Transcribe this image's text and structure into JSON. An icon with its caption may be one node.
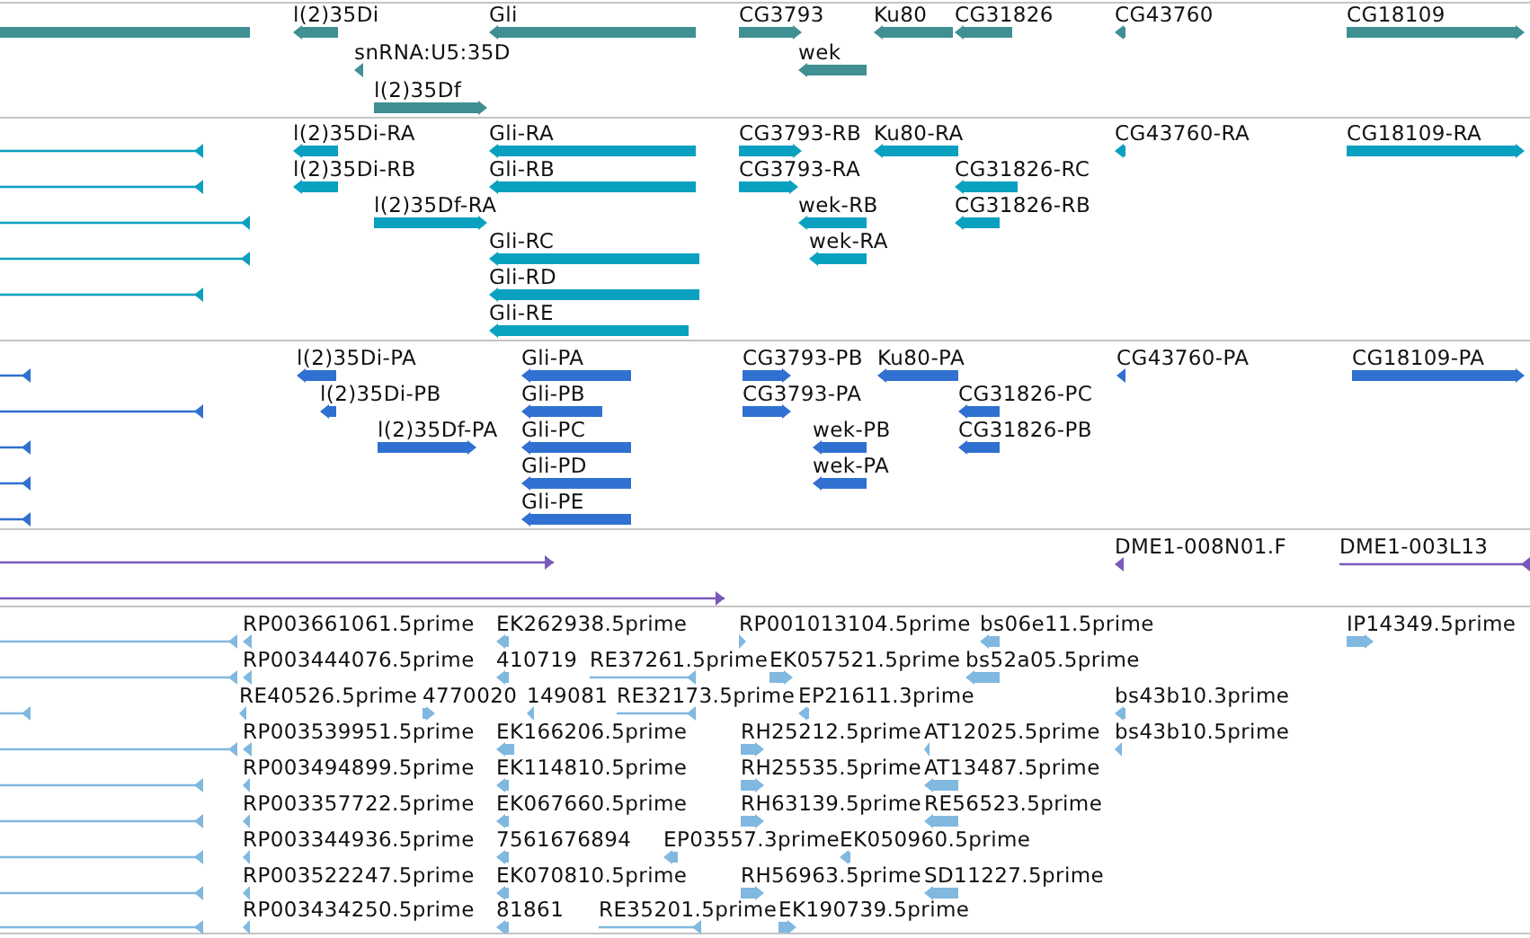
{
  "diagram": {
    "nodes": [
      {
        "text": [],
        "shape": "bar"
      },
      {
        "text": [
          "l(2)35Di"
        ]
      },
      {
        "text": [
          "Gli"
        ]
      },
      {
        "text": [
          "CG3793"
        ]
      },
      {
        "text": [
          "Ku80"
        ]
      },
      {
        "text": [
          "CG31826"
        ]
      },
      {
        "text": [
          "CG43760"
        ]
      },
      {
        "text": [
          "CG18109"
        ]
      },
      {
        "text": [
          "snRNA:U5:35D"
        ]
      },
      {
        "text": [
          "wek"
        ]
      },
      {
        "text": [
          "l(2)35Df"
        ]
      },
      {
        "text": [],
        "shape": "bar"
      },
      {
        "text": [
          "l(2)35Di-RA"
        ]
      },
      {
        "text": [
          "Gli-RA"
        ]
      },
      {
        "text": [
          "CG3793-RB"
        ]
      },
      {
        "text": [
          "Ku80-RA"
        ]
      },
      {
        "text": [
          "CG43760-RA"
        ]
      },
      {
        "text": [
          "CG18109-RA"
        ]
      },
      {
        "text": [],
        "shape": "bar"
      },
      {
        "text": [
          "l(2)35Di-RB"
        ]
      },
      {
        "text": [
          "Gli-RB"
        ]
      },
      {
        "text": [
          "CG3793-RA"
        ]
      },
      {
        "text": [
          "CG31826-RC"
        ]
      },
      {
        "text": [],
        "shape": "bar"
      },
      {
        "text": [
          "l(2)35Df-RA"
        ]
      },
      {
        "text": [
          "wek-RB"
        ]
      },
      {
        "text": [
          "CG31826-RB"
        ]
      },
      {
        "text": [],
        "shape": "bar"
      },
      {
        "text": [
          "Gli-RC"
        ]
      },
      {
        "text": [
          "wek-RA"
        ]
      },
      {
        "text": [],
        "shape": "bar"
      },
      {
        "text": [
          "Gli-RD"
        ]
      },
      {
        "text": [
          "Gli-RE"
        ]
      },
      {
        "text": [],
        "shape": "bar"
      },
      {
        "text": [
          "l(2)35Di-PA"
        ]
      },
      {
        "text": [
          "Gli-PA"
        ]
      },
      {
        "text": [
          "CG3793-PB"
        ]
      },
      {
        "text": [
          "Ku80-PA"
        ]
      },
      {
        "text": [
          "CG43760-PA"
        ]
      },
      {
        "text": [
          "CG18109-PA"
        ]
      },
      {
        "text": [],
        "shape": "bar"
      },
      {
        "text": [
          "l(2)35Di-PB"
        ]
      },
      {
        "text": [
          "Gli-PB"
        ]
      },
      {
        "text": [
          "CG3793-PA"
        ]
      },
      {
        "text": [
          "CG31826-PC"
        ]
      },
      {
        "text": [],
        "shape": "bar"
      },
      {
        "text": [
          "l(2)35Df-PA"
        ]
      },
      {
        "text": [
          "Gli-PC"
        ]
      },
      {
        "text": [
          "wek-PB"
        ]
      },
      {
        "text": [
          "CG31826-PB"
        ]
      },
      {
        "text": [],
        "shape": "bar"
      },
      {
        "text": [
          "Gli-PD"
        ]
      },
      {
        "text": [
          "wek-PA"
        ]
      },
      {
        "text": [],
        "shape": "bar"
      },
      {
        "text": [
          "Gli-PE"
        ]
      },
      {
        "text": [],
        "shape": "bar"
      },
      {
        "text": [
          "DME1-008N01.F"
        ]
      },
      {
        "text": [
          "DME1-003L13"
        ]
      },
      {
        "text": [],
        "shape": "bar"
      },
      {
        "text": [],
        "shape": "bar"
      },
      {
        "text": [
          "RP003661061.5prime"
        ]
      },
      {
        "text": [
          "EK262938.5prime"
        ]
      },
      {
        "text": [
          "RP001013104.5prime"
        ]
      },
      {
        "text": [
          "bs06e11.5prime"
        ]
      },
      {
        "text": [
          "IP14349.5prime"
        ]
      },
      {
        "text": [],
        "shape": "bar"
      },
      {
        "text": [
          "RP003444076.5prime"
        ]
      },
      {
        "text": [
          "410719"
        ]
      },
      {
        "text": [
          "RE37261.5prime"
        ]
      },
      {
        "text": [
          "EK057521.5prime"
        ]
      },
      {
        "text": [
          "bs52a05.5prime"
        ]
      },
      {
        "text": [],
        "shape": "bar"
      },
      {
        "text": [
          "RE40526.5prime"
        ]
      },
      {
        "text": [
          "4770020"
        ]
      },
      {
        "text": [
          "149081"
        ]
      },
      {
        "text": [
          "RE32173.5prime"
        ]
      },
      {
        "text": [
          "EP21611.3prime"
        ]
      },
      {
        "text": [
          "bs43b10.3prime"
        ]
      },
      {
        "text": [],
        "shape": "bar"
      },
      {
        "text": [
          "RP003539951.5prime"
        ]
      },
      {
        "text": [
          "EK166206.5prime"
        ]
      },
      {
        "text": [
          "RH25212.5prime"
        ]
      },
      {
        "text": [
          "AT12025.5prime"
        ]
      },
      {
        "text": [
          "bs43b10.5prime"
        ]
      },
      {
        "text": [],
        "shape": "bar"
      },
      {
        "text": [
          "RP003494899.5prime"
        ]
      },
      {
        "text": [
          "EK114810.5prime"
        ]
      },
      {
        "text": [
          "RH25535.5prime"
        ]
      },
      {
        "text": [
          "AT13487.5prime"
        ]
      },
      {
        "text": [],
        "shape": "bar"
      },
      {
        "text": [
          "RP003357722.5prime"
        ]
      },
      {
        "text": [
          "EK067660.5prime"
        ]
      },
      {
        "text": [
          "RH63139.5prime"
        ]
      },
      {
        "text": [
          "RE56523.5prime"
        ]
      },
      {
        "text": [],
        "shape": "bar"
      },
      {
        "text": [
          "RP003344936.5prime"
        ]
      },
      {
        "text": [
          "7561676894"
        ]
      },
      {
        "text": [
          "EP03557.3prime"
        ]
      },
      {
        "text": [
          "EK050960.5prime"
        ]
      },
      {
        "text": [],
        "shape": "bar"
      },
      {
        "text": [
          "RP003522247.5prime"
        ]
      },
      {
        "text": [
          "EK070810.5prime"
        ]
      },
      {
        "text": [
          "RH56963.5prime"
        ]
      },
      {
        "text": [
          "SD11227.5prime"
        ]
      },
      {
        "text": [],
        "shape": "bar"
      },
      {
        "text": [
          "RP003434250.5prime"
        ]
      },
      {
        "text": [
          "81861"
        ]
      },
      {
        "text": [
          "RE35201.5prime"
        ]
      },
      {
        "text": [
          "EK190739.5prime"
        ]
      }
    ]
  }
}
